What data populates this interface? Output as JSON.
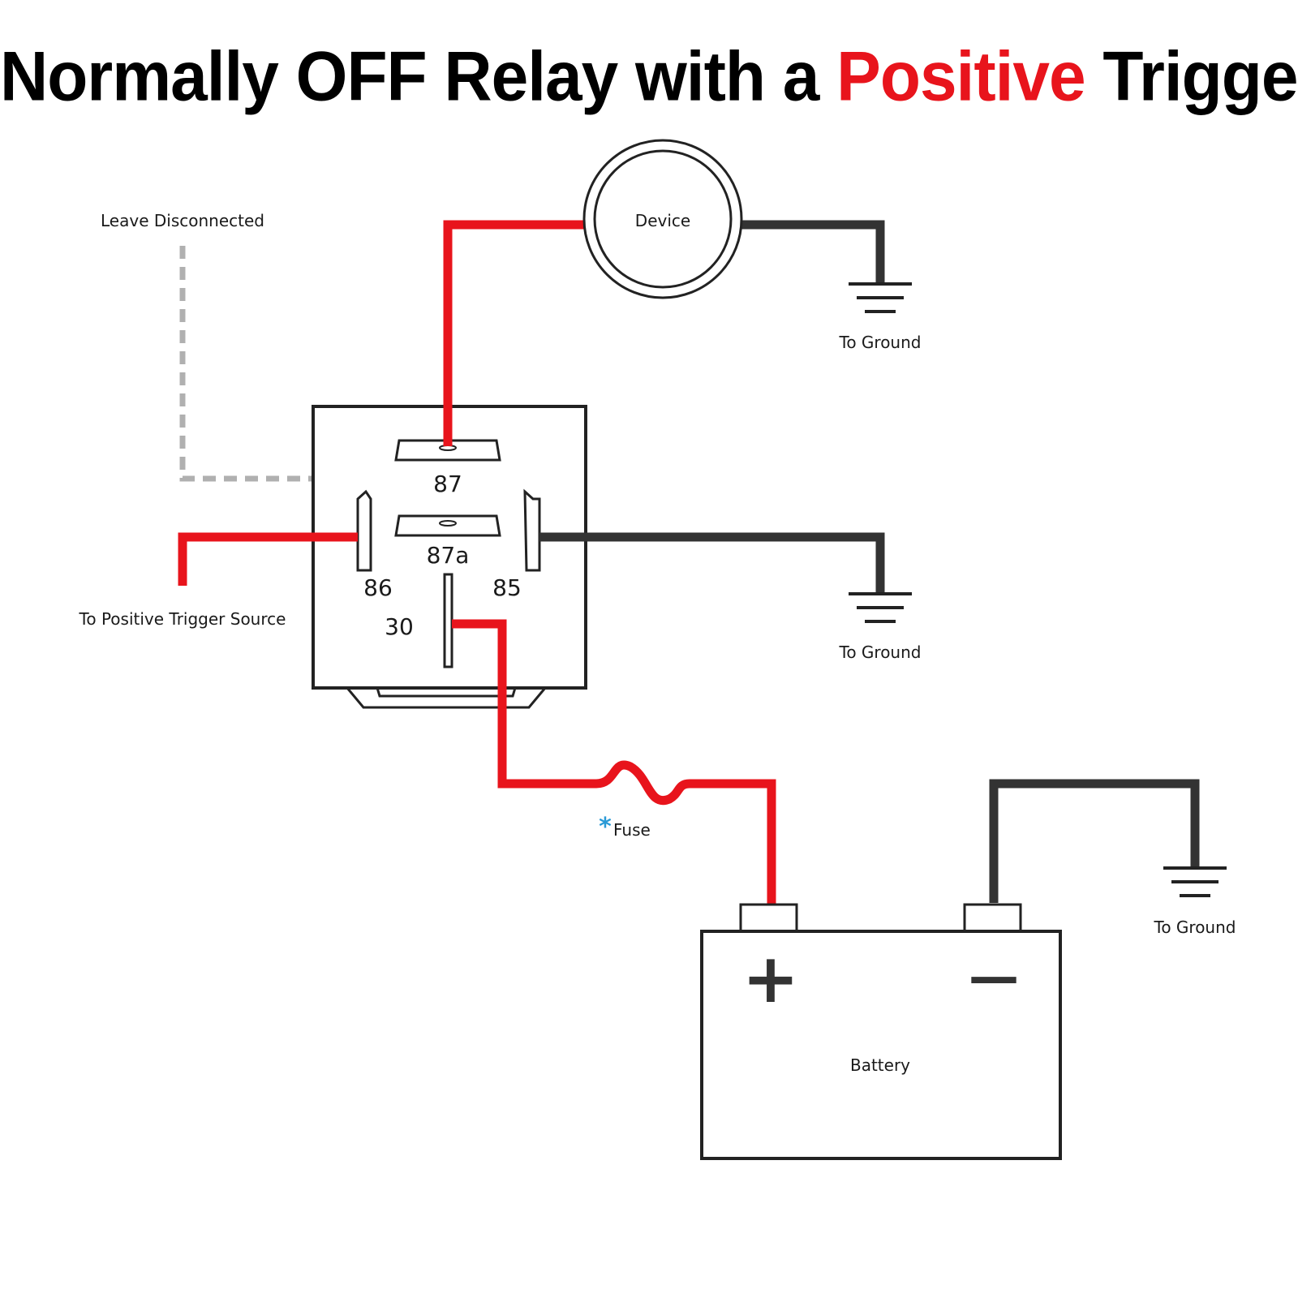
{
  "title": {
    "prefix": "Normally OFF Relay with a ",
    "accent": "Positive",
    "suffix": " Trigger"
  },
  "colors": {
    "positive_wire": "#e8141c",
    "ground_wire": "#333333",
    "disconnected_wire": "#b0b0b0",
    "fuse_marker": "#2a9ad6"
  },
  "labels": {
    "device": "Device",
    "leave_disconnected": "Leave Disconnected",
    "to_ground_device": "To Ground",
    "to_ground_relay": "To Ground",
    "to_ground_battery": "To Ground",
    "trigger_source": "To Positive Trigger Source",
    "fuse_marker": "*",
    "fuse": "Fuse",
    "battery": "Battery",
    "battery_plus": "+",
    "battery_minus": "—"
  },
  "relay_pins": {
    "p87": "87",
    "p87a": "87a",
    "p86": "86",
    "p85": "85",
    "p30": "30"
  },
  "icons": [
    "ground-symbol-icon",
    "fuse-icon",
    "battery-icon",
    "relay-icon",
    "device-icon"
  ]
}
